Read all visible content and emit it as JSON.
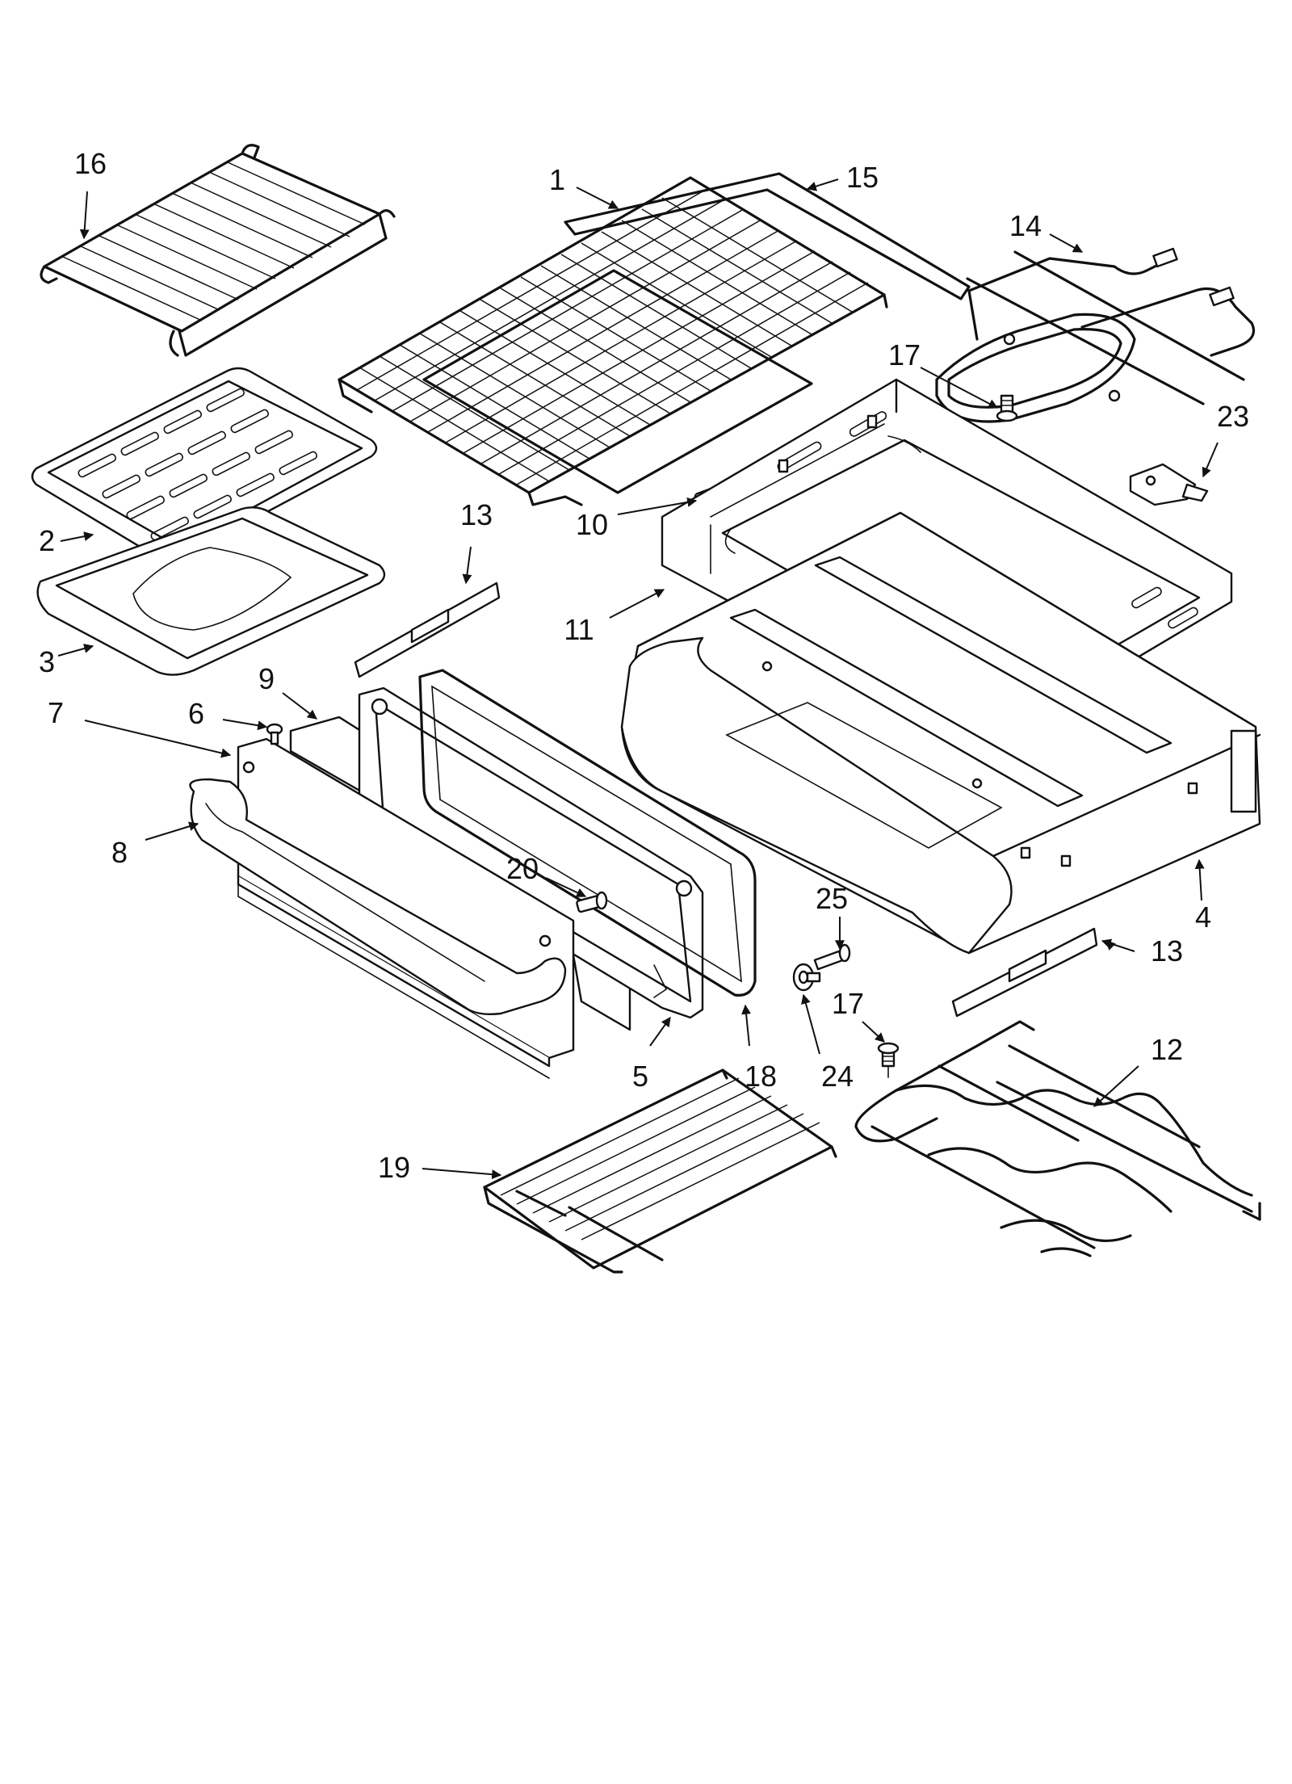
{
  "callouts": {
    "c1": "1",
    "c2": "2",
    "c3": "3",
    "c4": "4",
    "c5": "5",
    "c6": "6",
    "c7": "7",
    "c8": "8",
    "c9": "9",
    "c10": "10",
    "c11": "11",
    "c12": "12",
    "c13a": "13",
    "c13b": "13",
    "c14": "14",
    "c15": "15",
    "c16": "16",
    "c17a": "17",
    "c17b": "17",
    "c18": "18",
    "c19": "19",
    "c20": "20",
    "c23": "23",
    "c24": "24",
    "c25": "25"
  }
}
